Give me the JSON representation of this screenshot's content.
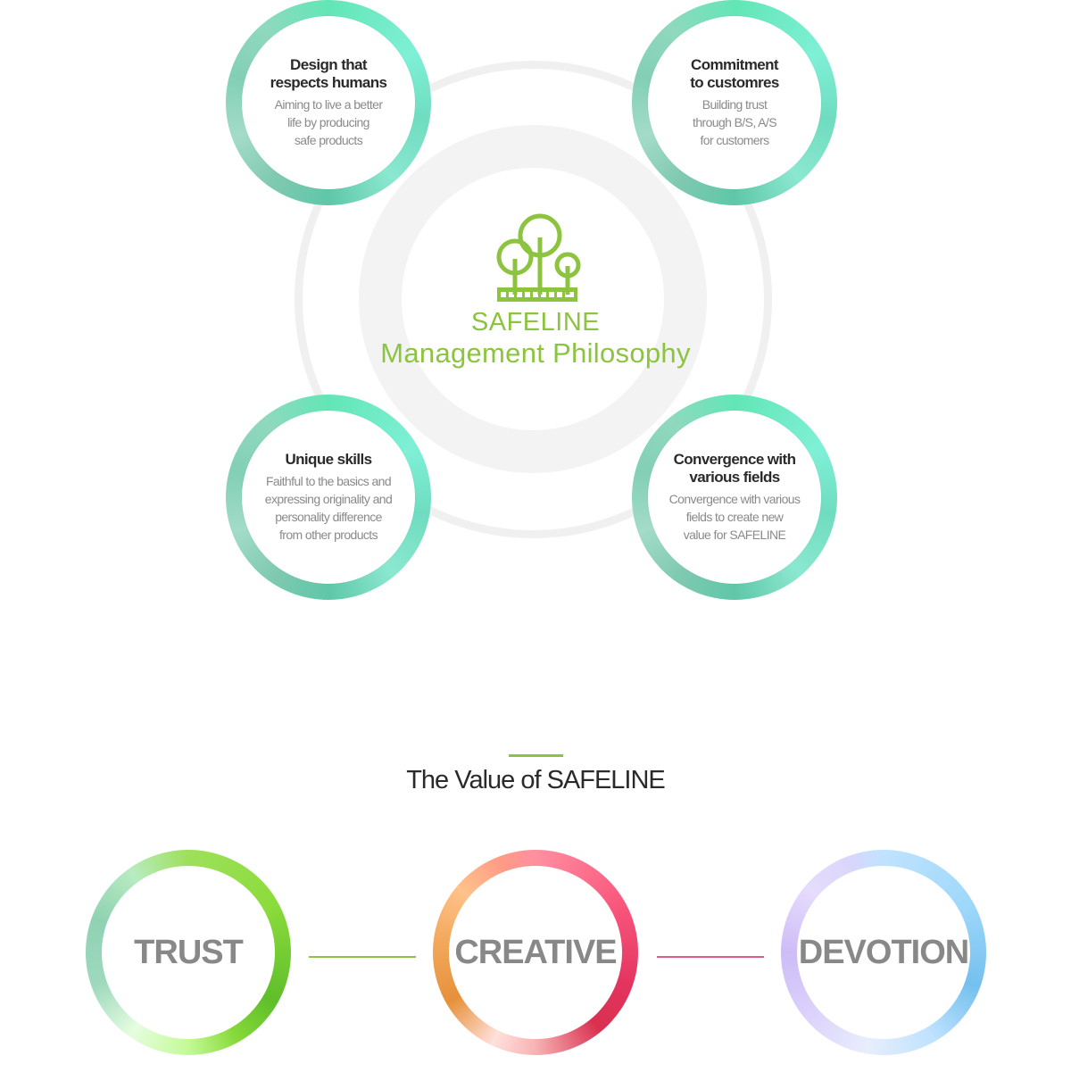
{
  "philosophy": {
    "title_line1": "SAFELINE",
    "title_line2": "Management Philosophy",
    "logo_icon": "tree-fence-icon",
    "items": [
      {
        "title": "Design that\nrespects humans",
        "desc": "Aiming to live a better\nlife by producing\nsafe products"
      },
      {
        "title": "Commitment\nto customres",
        "desc": "Building trust\nthrough B/S, A/S\nfor customers"
      },
      {
        "title": "Unique skills",
        "desc": "Faithful to the basics and\nexpressing originality and\npersonality difference\nfrom other products"
      },
      {
        "title": "Convergence with\nvarious fields",
        "desc": "Convergence with various\nfields to create new\nvalue for SAFELINE"
      }
    ]
  },
  "values": {
    "heading": "The Value of SAFELINE",
    "items": [
      {
        "label": "TRUST"
      },
      {
        "label": "CREATIVE"
      },
      {
        "label": "DEVOTION"
      }
    ]
  },
  "colors": {
    "brand_green": "#8dc43f",
    "heading_dark": "#2a2a2a",
    "desc_gray": "#8a8a8a",
    "value_gray": "#888888",
    "ring_gray": "#f0f0f0",
    "connector_green": "#8dc43f",
    "connector_pink": "#e05a86"
  }
}
